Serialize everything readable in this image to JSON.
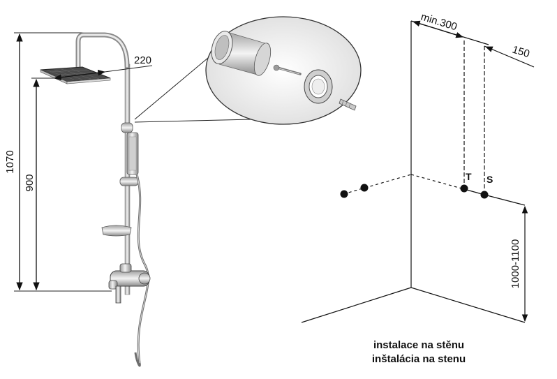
{
  "dimensions": {
    "total_height": "1070",
    "mixer_to_head": "900",
    "arm_length": "220",
    "min_spacing": "min.300",
    "offset": "150",
    "install_height": "1000-1100"
  },
  "markers": {
    "hot": "T",
    "cold": "S"
  },
  "caption": {
    "line1": "instalace  na stěnu",
    "line2": "inštalácia  na stenu"
  }
}
